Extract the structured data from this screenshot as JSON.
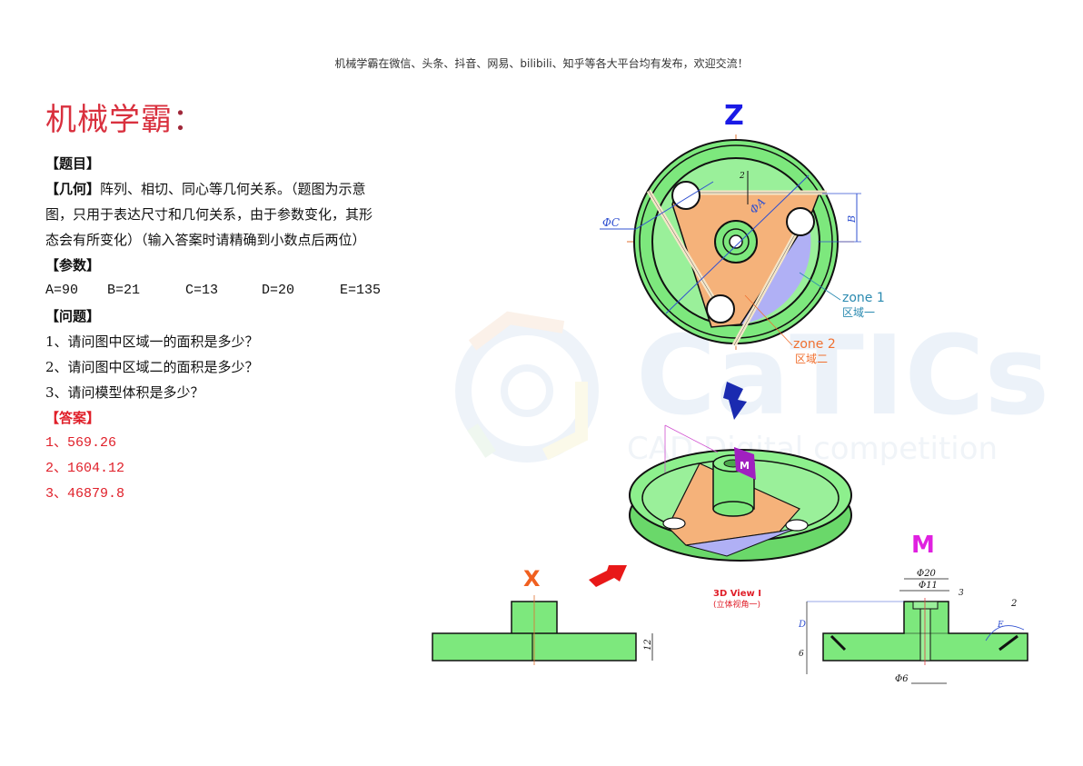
{
  "header_note": "机械学霸在微信、头条、抖音、网易、bilibili、知乎等各大平台均有发布，欢迎交流！",
  "brand": {
    "title": "机械学霸",
    "colon": "："
  },
  "problem": {
    "title_head": "【题目】",
    "geometry_head": "【几何】",
    "geometry_lines": [
      "阵列、相切、同心等几何关系。（题图为示意",
      "图，只用于表达尺寸和几何关系，由于参数变化，其形",
      "态会有所变化）（输入答案时请精确到小数点后两位）"
    ],
    "params_head": "【参数】",
    "params": [
      {
        "label": "A=90"
      },
      {
        "label": "B=21"
      },
      {
        "label": "C=13"
      },
      {
        "label": "D=20"
      },
      {
        "label": "E=135"
      }
    ],
    "questions_head": "【问题】",
    "questions": [
      "1、请问图中区域一的面积是多少？",
      "2、请问图中区域二的面积是多少？",
      "3、请问模型体积是多少？"
    ],
    "answers_head": "【答案】",
    "answers": [
      "1、569.26",
      "2、1604.12",
      "3、46879.8"
    ]
  },
  "figure": {
    "top_view": {
      "view_label": "Z",
      "dim_A": "ΦA",
      "dim_B": "B",
      "dim_C": "ΦC",
      "dim_2": "2",
      "zone1_en": "zone 1",
      "zone1_cn": "区域一",
      "zone2_en": "zone 2",
      "zone2_cn": "区域二"
    },
    "iso_view": {
      "arrow_label": "Z",
      "flag_label": "M",
      "caption_en": "3D View I",
      "caption_cn": "(立体视角一)"
    },
    "front_view": {
      "view_label": "X",
      "dim_12": "12"
    },
    "section_view": {
      "view_label": "M",
      "dim_phi20": "Φ20",
      "dim_phi11": "Φ11",
      "dim_phi6": "Φ6",
      "dim_3": "3",
      "dim_2": "2",
      "dim_D": "D",
      "dim_6": "6",
      "dim_E": "E"
    },
    "watermark": {
      "big": "CaTICs",
      "small": "CAD Digital competition"
    },
    "colors": {
      "green": "#7de87d",
      "orange": "#f5b27a",
      "lavender": "#b0b0f5",
      "blue_label": "#1a1ae6",
      "red_label": "#e0202a",
      "orange_label": "#f06020",
      "magenta_label": "#e020e0"
    }
  }
}
